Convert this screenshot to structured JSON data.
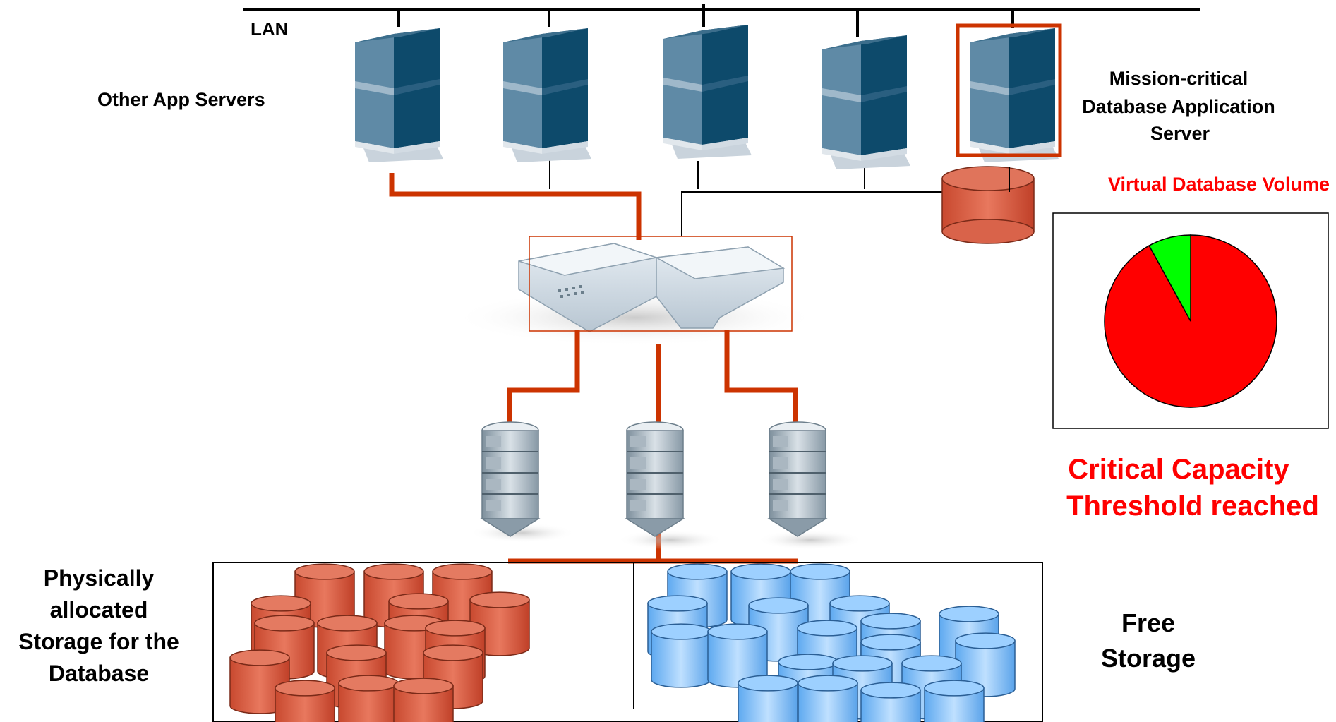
{
  "labels": {
    "lan": "LAN",
    "other_app_servers": "Other App Servers",
    "mission_critical": [
      "Mission-critical",
      "Database Application",
      "Server"
    ],
    "virtual_db_volume": "Virtual Database Volume",
    "critical_capacity": [
      "Critical Capacity",
      "Threshold reached"
    ],
    "physical_storage": [
      "Physically",
      "allocated",
      "Storage for the",
      "Database"
    ],
    "free_storage": [
      "Free",
      "Storage"
    ]
  },
  "chart_data": {
    "type": "pie",
    "slices": [
      {
        "label": "",
        "value": 92,
        "color": "#ff0000"
      },
      {
        "label": "",
        "value": 8,
        "color": "#00ff00"
      }
    ],
    "start_angle_deg": 0,
    "direction": "clockwise"
  },
  "colors": {
    "san_link": "#cc3300",
    "lan_line": "#000000",
    "allocated_disk": "#d9634a",
    "free_disk": "#7fbfff",
    "critical_text": "#ff0000",
    "server_dark": "#0d4a6b",
    "server_light": "#5f8aa6"
  },
  "icons": {
    "servers": "tower-server-icon",
    "switch": "san-switch-icon",
    "storage_arrays": "disk-array-icon",
    "disks": "cylinder-disk-icon"
  }
}
